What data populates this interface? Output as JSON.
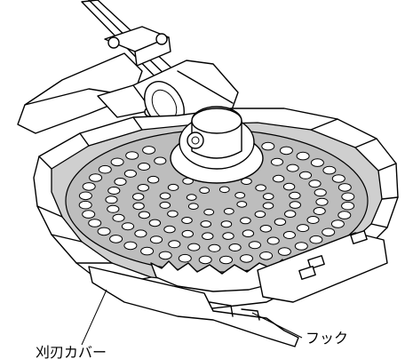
{
  "labels": {
    "hook": "フック",
    "blade_cover": "刈刃カバー"
  },
  "colors": {
    "line": "#000000",
    "metal": "#cfcfcf",
    "background": "#ffffff"
  },
  "icons": {
    "figure": "brush-cutter-blade-cover-illustration"
  }
}
